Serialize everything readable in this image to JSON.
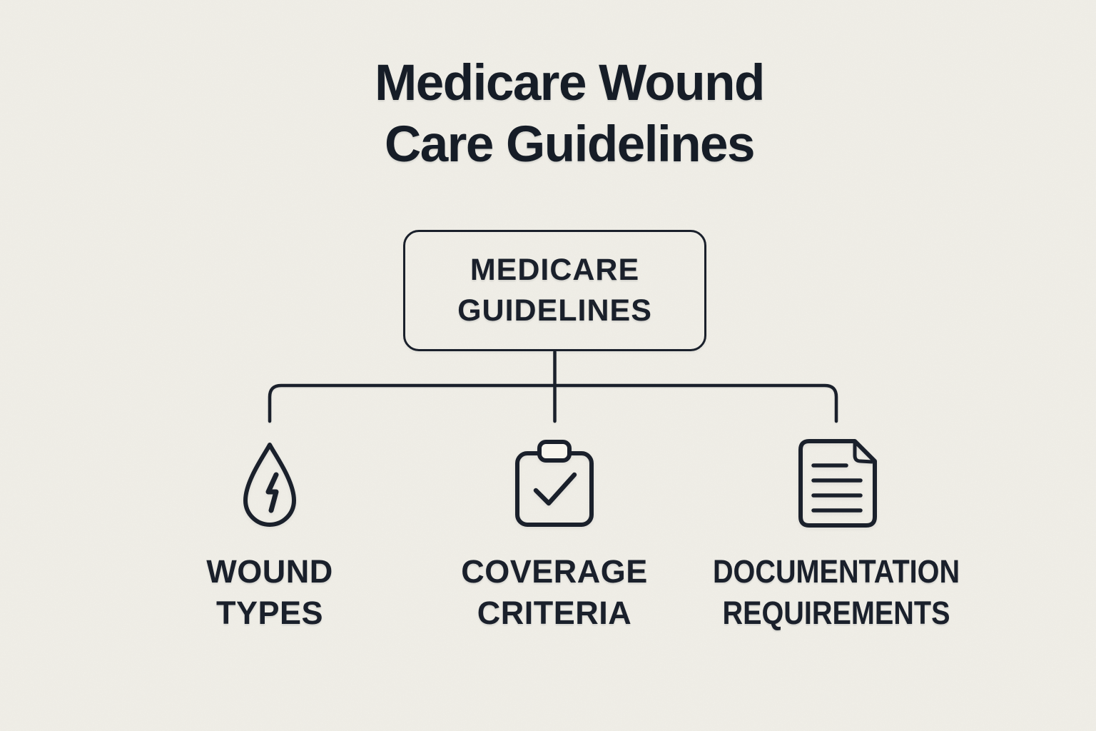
{
  "colors": {
    "background": "#f7f5ed",
    "ink": "#1a202b",
    "title_ink": "#161d27"
  },
  "title": {
    "line1": "Medicare Wound",
    "line2": "Care Guidelines"
  },
  "root_node": {
    "line1": "MEDICARE",
    "line2": "GUIDELINES"
  },
  "branches": [
    {
      "id": "wound-types",
      "icon": "droplet-bolt-icon",
      "label_line1": "WOUND",
      "label_line2": "TYPES"
    },
    {
      "id": "coverage-criteria",
      "icon": "clipboard-check-icon",
      "label_line1": "COVERAGE",
      "label_line2": "CRITERIA"
    },
    {
      "id": "documentation-requirements",
      "icon": "document-lines-icon",
      "label_line1": "DOCUMENTATION",
      "label_line2": "REQUIREMENTS"
    }
  ]
}
